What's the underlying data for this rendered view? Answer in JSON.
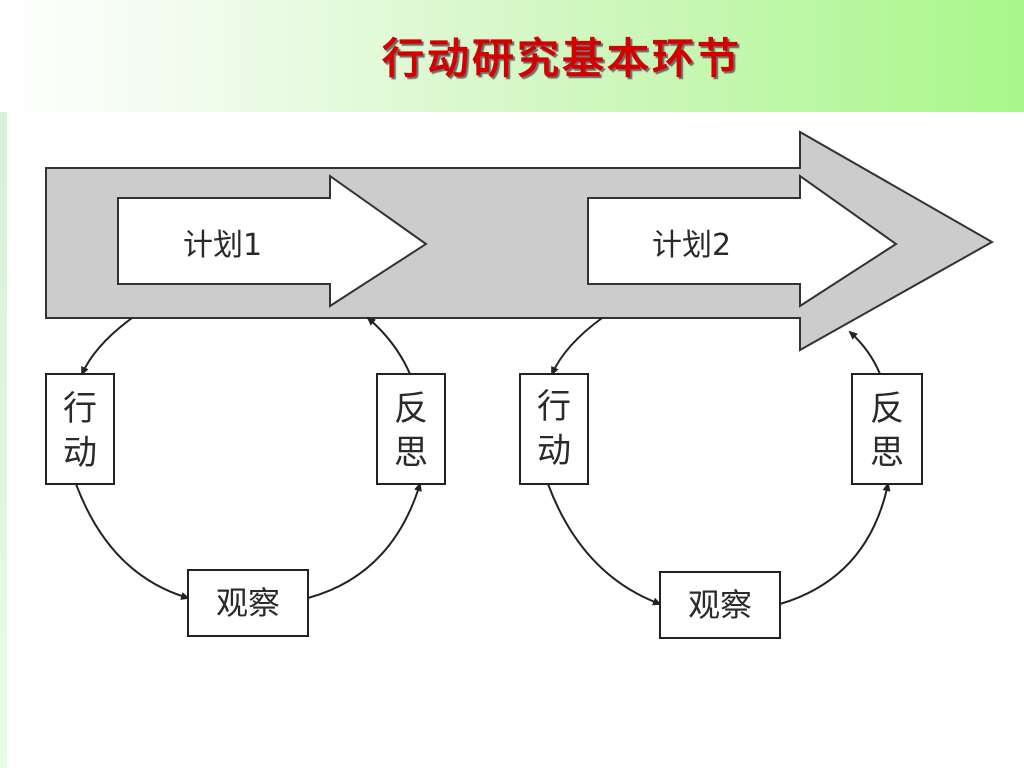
{
  "title": "行动研究基本环节",
  "cycles": [
    {
      "plan": "计划1",
      "action": [
        "行",
        "动"
      ],
      "observe": "观察",
      "reflect": [
        "反",
        "思"
      ]
    },
    {
      "plan": "计划2",
      "action": [
        "行",
        "动"
      ],
      "observe": "观察",
      "reflect": [
        "反",
        "思"
      ]
    }
  ],
  "colors": {
    "title": "#d40000",
    "big_arrow_fill": "#cccccc",
    "outline": "#222222",
    "title_band_end": "#a8f78a"
  }
}
